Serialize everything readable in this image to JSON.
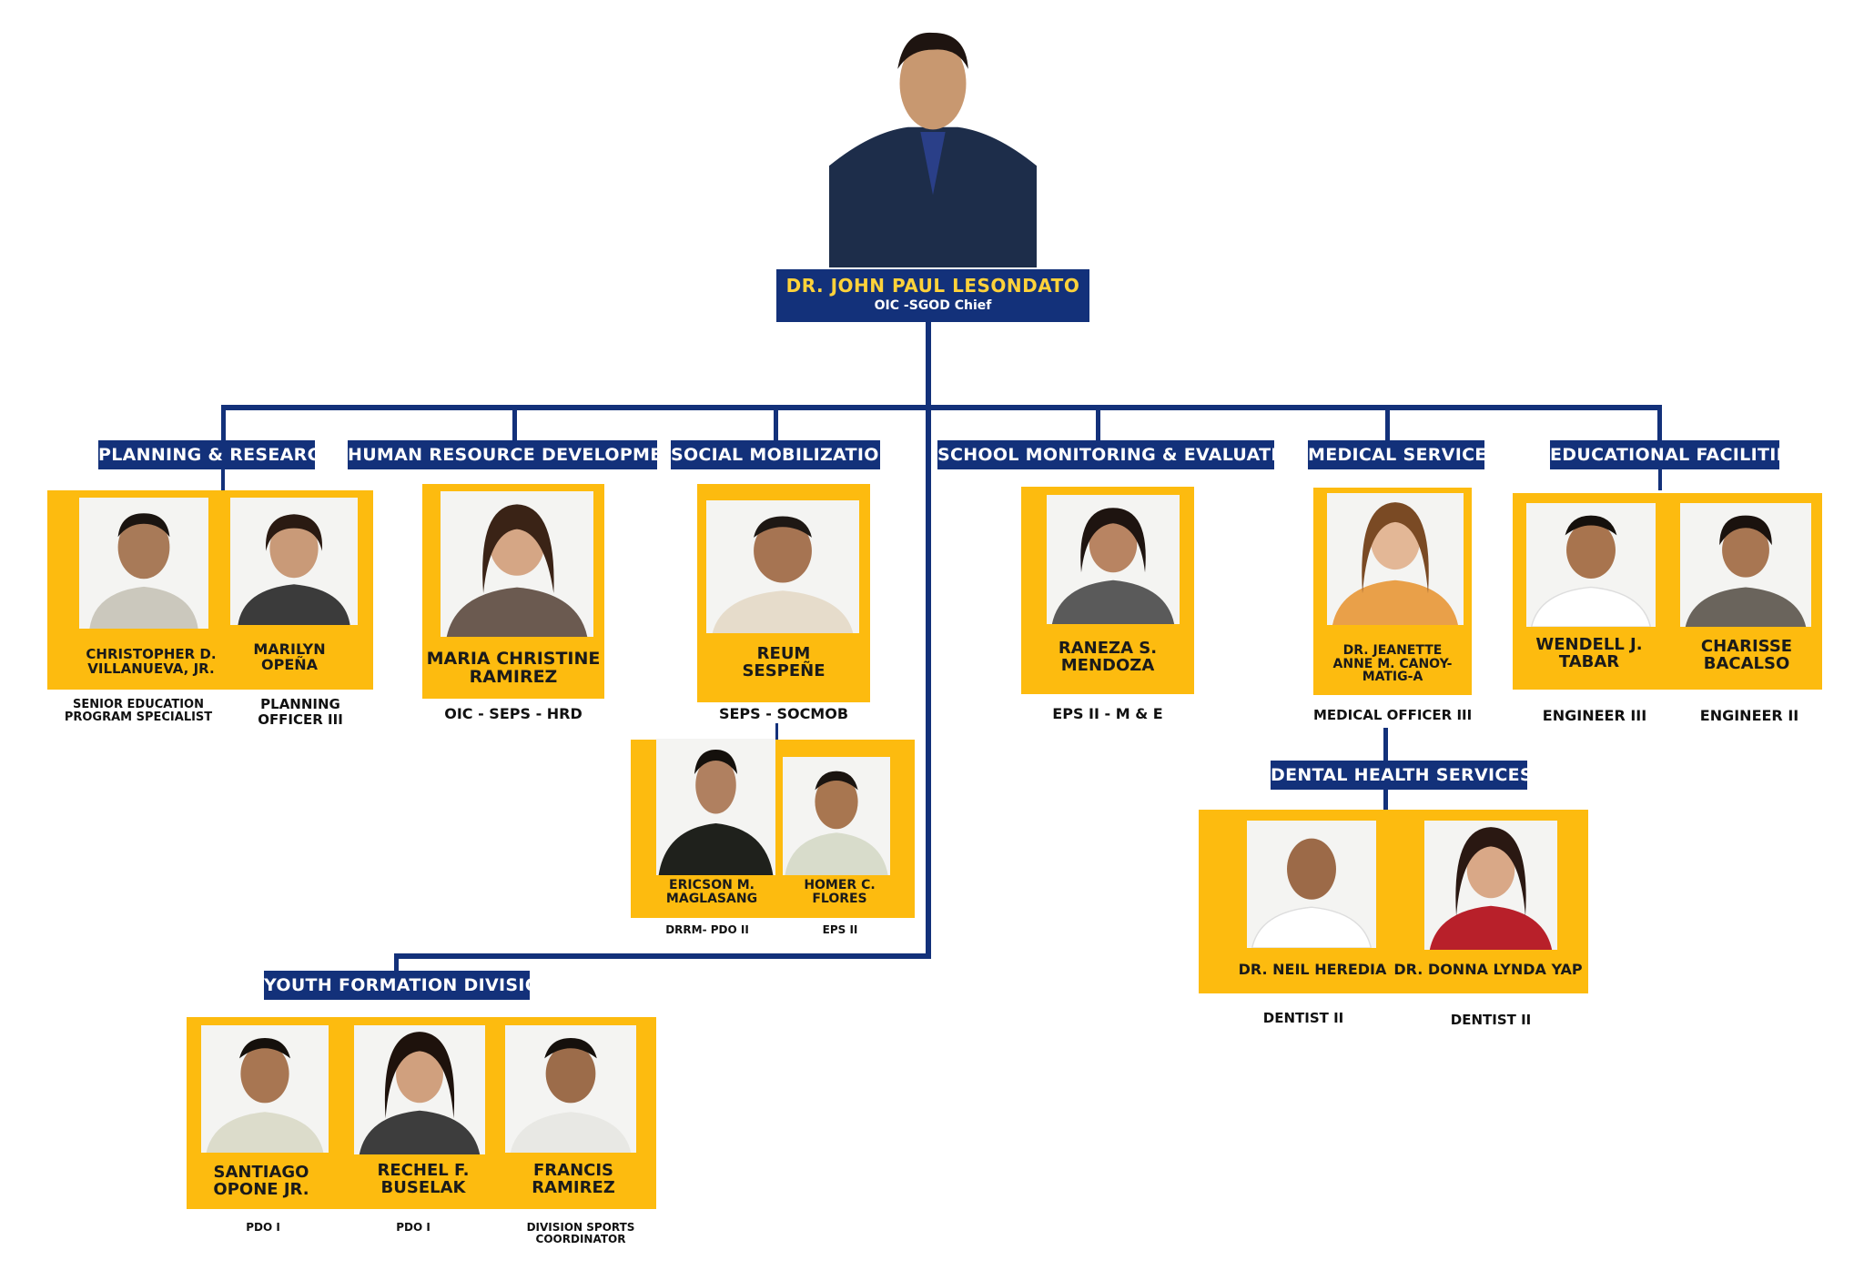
{
  "chief": {
    "name": "DR. JOHN PAUL LESONDATO",
    "title": "OIC -SGOD Chief"
  },
  "departments": {
    "planning": "PLANNING & RESEARCH",
    "hrd": "HUMAN RESOURCE DEVELOPMENT",
    "socmob": "SOCIAL MOBILIZATION",
    "sme": "SCHOOL MONITORING & EVALUATION",
    "medical": "MEDICAL SERVICES",
    "facilities": "EDUCATIONAL FACILITIES",
    "dental": "DENTAL HEALTH SERVICES",
    "youth": "YOUTH FORMATION DIVISION"
  },
  "staff": {
    "villanueva": {
      "name": "CHRISTOPHER D.\nVILLANUEVA, JR.",
      "role": "SENIOR EDUCATION\nPROGRAM SPECIALIST"
    },
    "opena": {
      "name": "MARILYN\nOPEÑA",
      "role": "PLANNING\nOFFICER III"
    },
    "ramirez_mc": {
      "name": "MARIA CHRISTINE\nRAMIREZ",
      "role": "OIC - SEPS - HRD"
    },
    "sespene": {
      "name": "REUM\nSESPEÑE",
      "role": "SEPS - SOCMOB"
    },
    "maglasang": {
      "name": "ERICSON M.\nMAGLASANG",
      "role": "DRRM- PDO II"
    },
    "flores": {
      "name": "HOMER C.\nFLORES",
      "role": "EPS II"
    },
    "mendoza": {
      "name": "RANEZA S.\nMENDOZA",
      "role": "EPS II - M & E"
    },
    "canoy": {
      "name": "DR. JEANETTE\nANNE M. CANOY-\nMATIG-A",
      "role": "MEDICAL OFFICER III"
    },
    "tabar": {
      "name": "WENDELL J.\nTABAR",
      "role": "ENGINEER III"
    },
    "bacalso": {
      "name": "CHARISSE\nBACALSO",
      "role": "ENGINEER II"
    },
    "heredia": {
      "name": "DR. NEIL HEREDIA",
      "role": "DENTIST II"
    },
    "yap": {
      "name": "DR. DONNA LYNDA YAP",
      "role": "DENTIST II"
    },
    "opone": {
      "name": "SANTIAGO\nOPONE JR.",
      "role": "PDO I"
    },
    "buselak": {
      "name": "RECHEL F.\nBUSELAK",
      "role": "PDO I"
    },
    "ramirez_f": {
      "name": "FRANCIS\nRAMIREZ",
      "role": "DIVISION SPORTS\nCOORDINATOR"
    }
  },
  "colors": {
    "navy": "#13317a",
    "gold": "#fdbb0f",
    "name_yellow": "#ffd23a"
  }
}
